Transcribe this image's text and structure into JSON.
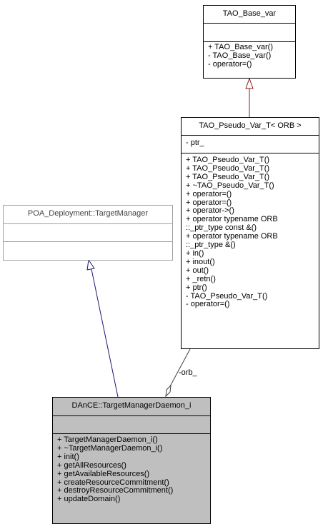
{
  "colors": {
    "border": "#000000",
    "grey_border": "#a0a0a0",
    "focus_fill": "#bfbfbf",
    "inherit_red": "#8b1a1a",
    "inherit_blue": "#191970",
    "usage_line": "#404040"
  },
  "classes": {
    "tao_base_var": {
      "name": "TAO_Base_var",
      "attributes": [],
      "operations": [
        "+ TAO_Base_var()",
        "- TAO_Base_var()",
        "- operator=()"
      ]
    },
    "tao_pseudo_var": {
      "name": "TAO_Pseudo_Var_T< ORB >",
      "attributes": [
        "- ptr_"
      ],
      "operations": [
        "+ TAO_Pseudo_Var_T()",
        "+ TAO_Pseudo_Var_T()",
        "+ TAO_Pseudo_Var_T()",
        "+ ~TAO_Pseudo_Var_T()",
        "+ operator=()",
        "+ operator=()",
        "+ operator->()",
        "+ operator typename ORB",
        "::_ptr_type const &()",
        "+ operator typename ORB",
        "::_ptr_type &()",
        "+ in()",
        "+ inout()",
        "+ out()",
        "+ _retn()",
        "+ ptr()",
        "- TAO_Pseudo_Var_T()",
        "- operator=()"
      ]
    },
    "target_manager": {
      "name": "POA_Deployment::TargetManager",
      "attributes": [],
      "operations": []
    },
    "daemon": {
      "name": "DAnCE::TargetManagerDaemon_i",
      "attributes": [],
      "operations": [
        "+ TargetManagerDaemon_i()",
        "+ ~TargetManagerDaemon_i()",
        "+ init()",
        "+ getAllResources()",
        "+ getAvailableResources()",
        "+ createResourceCommitment()",
        "+ destroyResourceCommitment()",
        "+ updateDomain()"
      ]
    }
  },
  "edges": {
    "usage_label": "-orb_"
  }
}
